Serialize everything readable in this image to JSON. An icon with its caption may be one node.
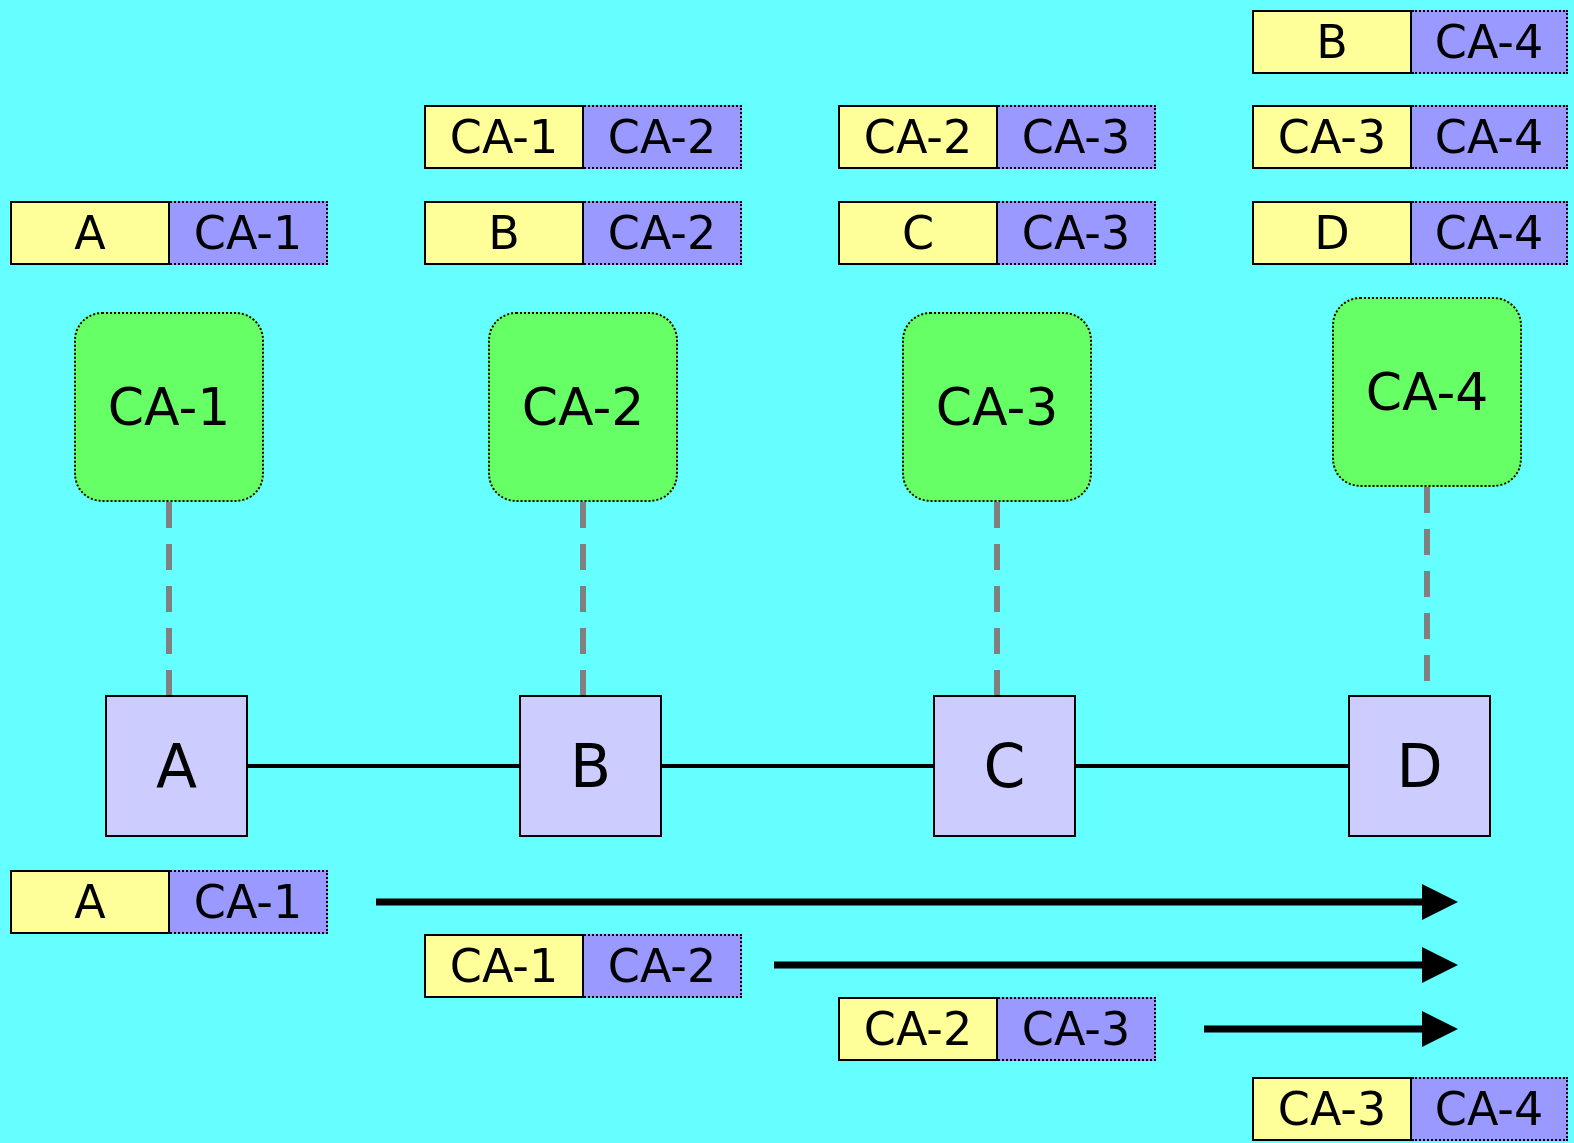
{
  "diagram": {
    "nodes": [
      {
        "text": [
          "B"
        ]
      },
      {
        "text": [
          "CA-4"
        ]
      },
      {
        "text": [
          "CA-1"
        ]
      },
      {
        "text": [
          "CA-2"
        ]
      },
      {
        "text": [
          "CA-2"
        ]
      },
      {
        "text": [
          "CA-3"
        ]
      },
      {
        "text": [
          "CA-3"
        ]
      },
      {
        "text": [
          "CA-4"
        ]
      },
      {
        "text": [
          "A"
        ]
      },
      {
        "text": [
          "CA-1"
        ]
      },
      {
        "text": [
          "B"
        ]
      },
      {
        "text": [
          "CA-2"
        ]
      },
      {
        "text": [
          "C"
        ]
      },
      {
        "text": [
          "CA-3"
        ]
      },
      {
        "text": [
          "D"
        ]
      },
      {
        "text": [
          "CA-4"
        ]
      },
      {
        "text": [
          "CA-1"
        ]
      },
      {
        "text": [
          "CA-2"
        ]
      },
      {
        "text": [
          "CA-3"
        ]
      },
      {
        "text": [
          "CA-4"
        ]
      },
      {
        "text": [
          "A"
        ]
      },
      {
        "text": [
          "B"
        ]
      },
      {
        "text": [
          "C"
        ]
      },
      {
        "text": [
          "D"
        ]
      },
      {
        "text": [
          "A"
        ]
      },
      {
        "text": [
          "CA-1"
        ]
      },
      {
        "text": [
          "CA-1"
        ]
      },
      {
        "text": [
          "CA-2"
        ]
      },
      {
        "text": [
          "CA-2"
        ]
      },
      {
        "text": [
          "CA-3"
        ]
      },
      {
        "text": [
          "CA-3"
        ]
      },
      {
        "text": [
          "CA-4"
        ]
      }
    ],
    "edges": [
      {
        "from": 16,
        "to": 20,
        "arrow": "none",
        "style": "dashed",
        "color": "#808080"
      },
      {
        "from": 17,
        "to": 21,
        "arrow": "none",
        "style": "dashed",
        "color": "#808080"
      },
      {
        "from": 18,
        "to": 22,
        "arrow": "none",
        "style": "dashed",
        "color": "#808080"
      },
      {
        "from": 19,
        "to": 23,
        "arrow": "none",
        "style": "dashed",
        "color": "#808080"
      },
      {
        "from": 20,
        "to": 21,
        "arrow": "none",
        "color": "#000000"
      },
      {
        "from": 21,
        "to": 22,
        "arrow": "none",
        "color": "#000000"
      },
      {
        "from": 22,
        "to": 23,
        "arrow": "none",
        "color": "#000000"
      }
    ]
  }
}
